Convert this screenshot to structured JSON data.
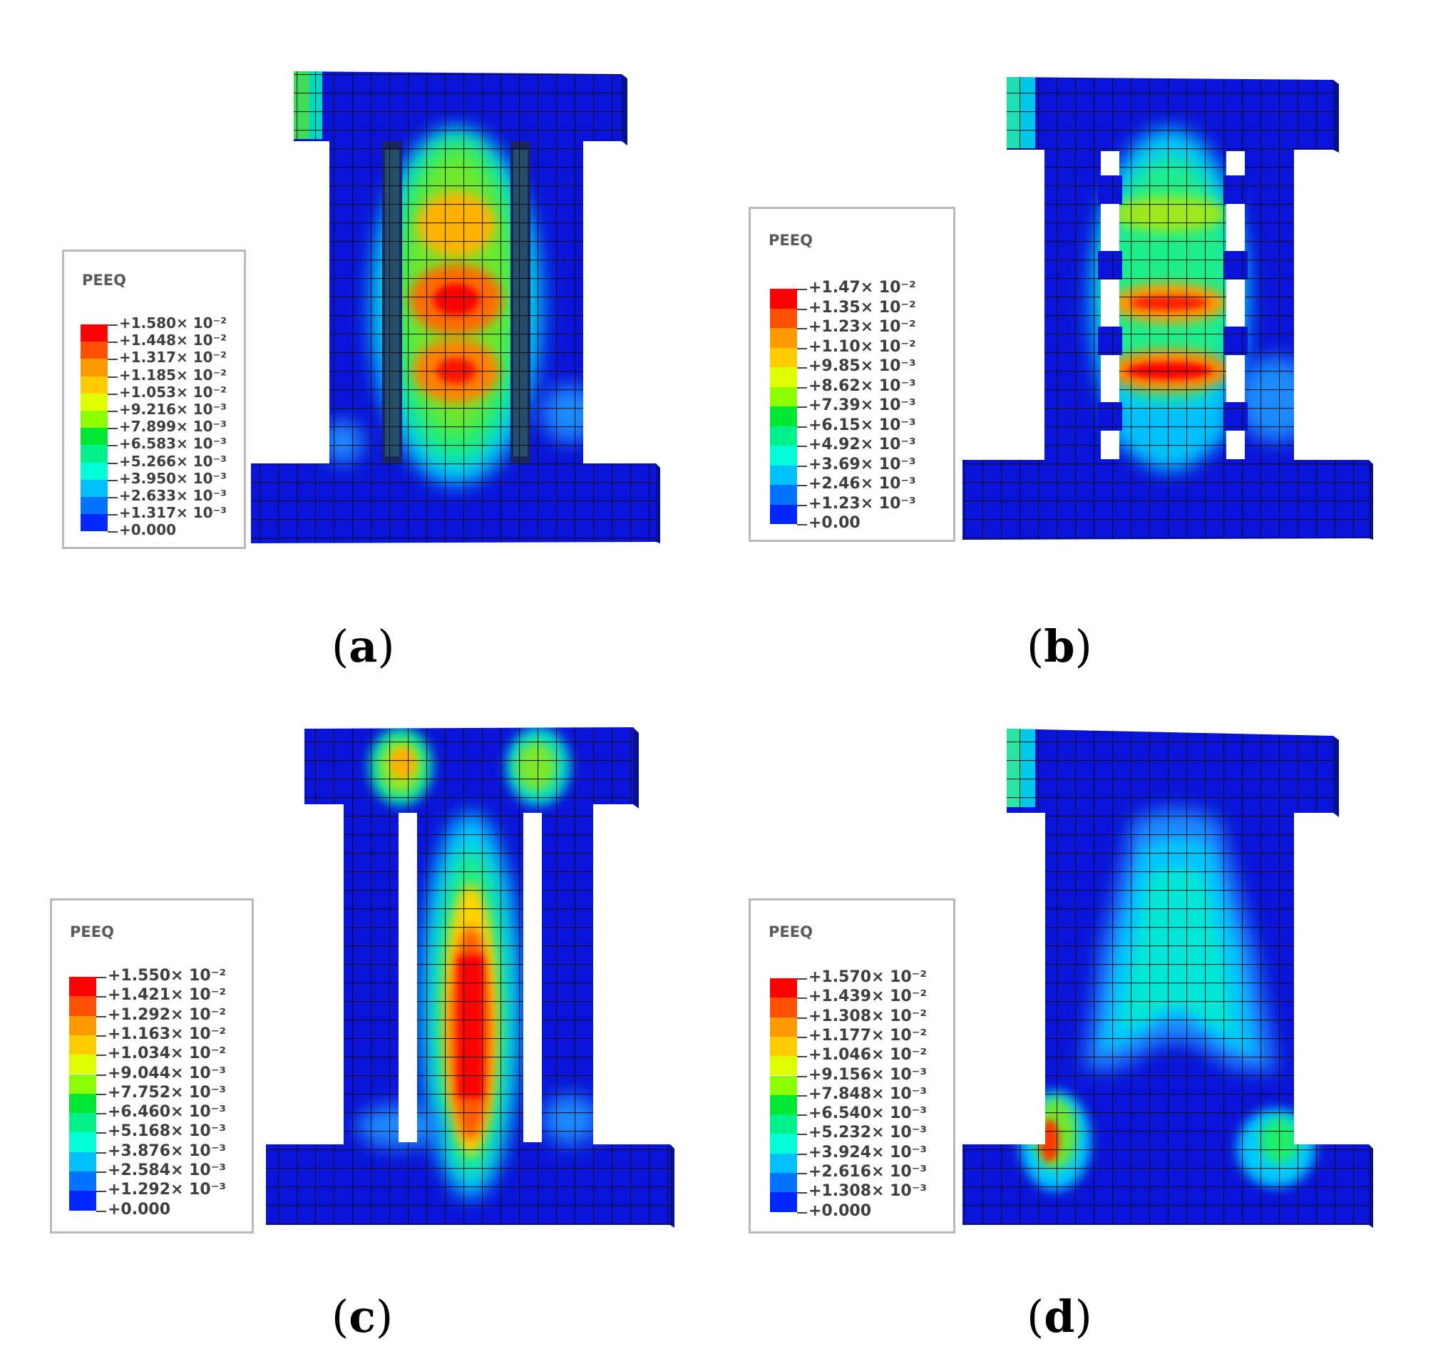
{
  "legend_colors": [
    "#ff0000",
    "#ff4f00",
    "#ff9900",
    "#ffcc00",
    "#dfff00",
    "#8cff00",
    "#00e632",
    "#00f08c",
    "#00ffd7",
    "#00bfff",
    "#0073ff",
    "#0026ff",
    "#0000e6"
  ],
  "panels": [
    {
      "id": "a",
      "caption": "a",
      "legend_title": "PEEQ",
      "legend_values": [
        "+1.580× 10⁻²",
        "+1.448× 10⁻²",
        "+1.317× 10⁻²",
        "+1.185× 10⁻²",
        "+1.053× 10⁻²",
        "+9.216× 10⁻³",
        "+7.899× 10⁻³",
        "+6.583× 10⁻³",
        "+5.266× 10⁻³",
        "+3.950× 10⁻³",
        "+2.633× 10⁻³",
        "+1.317× 10⁻³",
        "+0.000"
      ]
    },
    {
      "id": "b",
      "caption": "b",
      "legend_title": "PEEQ",
      "legend_values": [
        "+1.47× 10⁻²",
        "+1.35× 10⁻²",
        "+1.23× 10⁻²",
        "+1.10× 10⁻²",
        "+9.85× 10⁻³",
        "+8.62× 10⁻³",
        "+7.39× 10⁻³",
        "+6.15× 10⁻³",
        "+4.92× 10⁻³",
        "+3.69× 10⁻³",
        "+2.46× 10⁻³",
        "+1.23× 10⁻³",
        "+0.00"
      ]
    },
    {
      "id": "c",
      "caption": "c",
      "legend_title": "PEEQ",
      "legend_values": [
        "+1.550× 10⁻²",
        "+1.421× 10⁻²",
        "+1.292× 10⁻²",
        "+1.163× 10⁻²",
        "+1.034× 10⁻²",
        "+9.044× 10⁻³",
        "+7.752× 10⁻³",
        "+6.460× 10⁻³",
        "+5.168× 10⁻³",
        "+3.876× 10⁻³",
        "+2.584× 10⁻³",
        "+1.292× 10⁻³",
        "+0.000"
      ]
    },
    {
      "id": "d",
      "caption": "d",
      "legend_title": "PEEQ",
      "legend_values": [
        "+1.570× 10⁻²",
        "+1.439× 10⁻²",
        "+1.308× 10⁻²",
        "+1.177× 10⁻²",
        "+1.046× 10⁻²",
        "+9.156× 10⁻³",
        "+7.848× 10⁻³",
        "+6.540× 10⁻³",
        "+5.232× 10⁻³",
        "+3.924× 10⁻³",
        "+2.616× 10⁻³",
        "+1.308× 10⁻³",
        "+0.000"
      ]
    }
  ]
}
